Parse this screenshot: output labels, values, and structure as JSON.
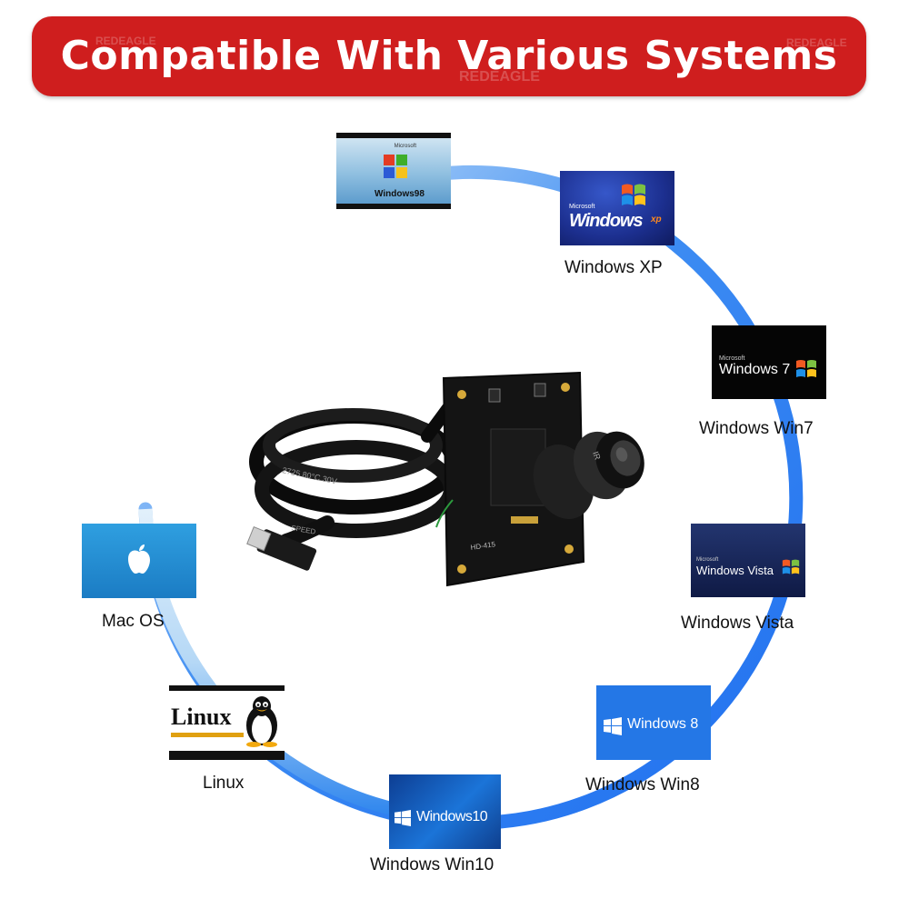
{
  "banner": {
    "title": "Compatible With Various Systems",
    "watermark": "REDEAGLE",
    "color": "#cf1e1e"
  },
  "ring": {
    "color_start": "#cfe6f8",
    "color_end": "#1f6ff0"
  },
  "systems": [
    {
      "id": "win98",
      "logo_text": "Windows98",
      "logo_small": "Microsoft",
      "label": ""
    },
    {
      "id": "winxp",
      "logo_text": "Windows",
      "logo_small": "Microsoft",
      "logo_suffix": "xp",
      "label": "Windows XP"
    },
    {
      "id": "win7",
      "logo_text": "Windows 7",
      "logo_small": "Microsoft",
      "label": "Windows Win7"
    },
    {
      "id": "vista",
      "logo_text": "Windows Vista",
      "logo_small": "Microsoft",
      "label": "Windows Vista"
    },
    {
      "id": "win8",
      "logo_text": "Windows 8",
      "label": "Windows Win8"
    },
    {
      "id": "win10",
      "logo_text": "Windows10",
      "label": "Windows Win10"
    },
    {
      "id": "linux",
      "logo_text": "Linux",
      "label": "Linux"
    },
    {
      "id": "mac",
      "logo_icon": "apple-icon",
      "label": "Mac OS"
    }
  ],
  "camera": {
    "cable_text": "2725  80°C  30V",
    "cable_text2": "SPEED",
    "board_text": "HD-415",
    "lens_text": "IR"
  }
}
